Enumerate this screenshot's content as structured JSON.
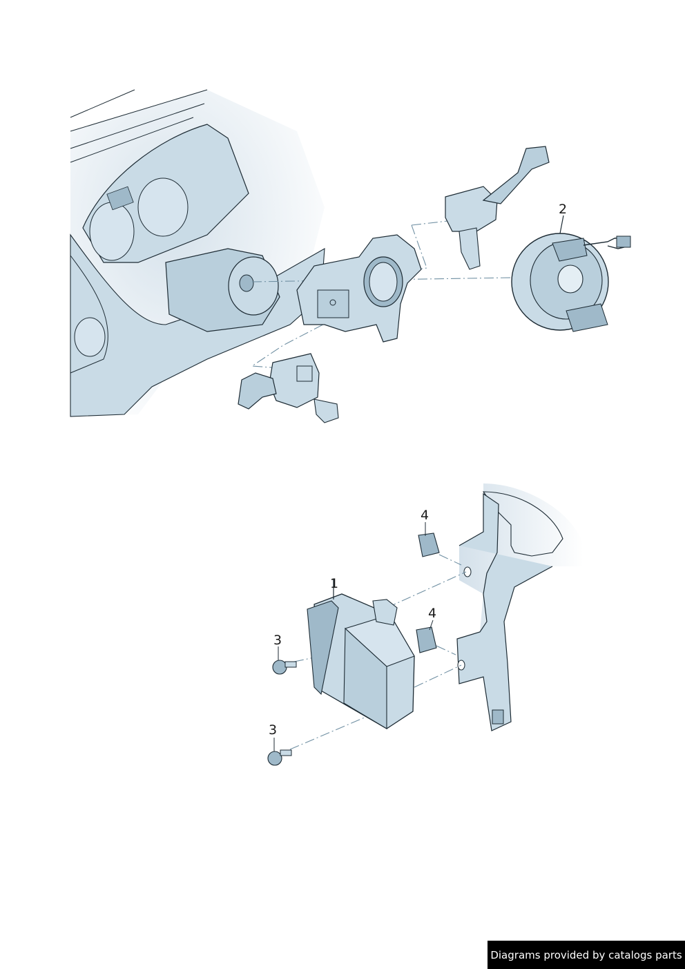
{
  "callouts": {
    "part_1": "1",
    "part_2": "2",
    "part_3_upper": "3",
    "part_3_lower": "3",
    "part_4_upper": "4",
    "part_4_lower": "4"
  },
  "credit": {
    "text": "Diagrams provided by catalogs parts"
  },
  "colors": {
    "part_fill": "#c9dbe6",
    "part_shade": "#9fb9c9",
    "dash_background": "#d3e0ea",
    "outline": "#1c2a33",
    "leader_line": "#6f8fa2",
    "credit_background": "#000000",
    "credit_text": "#ffffff"
  }
}
